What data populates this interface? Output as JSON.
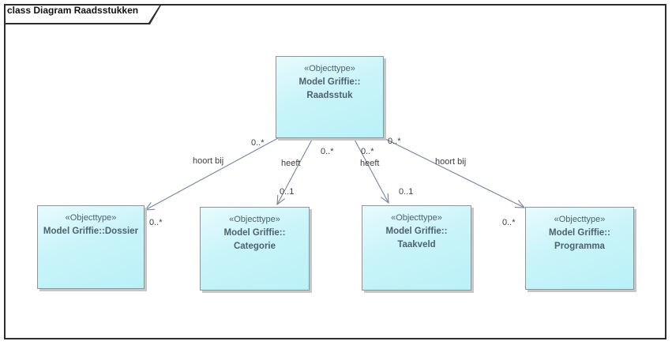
{
  "diagram": {
    "frame_label": "class Diagram Raadsstukken",
    "type": "uml-class-diagram"
  },
  "nodes": [
    {
      "id": "raadsstuk",
      "stereotype": "«Objecttype»",
      "name_line1": "Model Griffie::",
      "name_line2": "Raadsstuk"
    },
    {
      "id": "dossier",
      "stereotype": "«Objecttype»",
      "name_line1": "Model Griffie::Dossier"
    },
    {
      "id": "categorie",
      "stereotype": "«Objecttype»",
      "name_line1": "Model Griffie::",
      "name_line2": "Categorie"
    },
    {
      "id": "taakveld",
      "stereotype": "«Objecttype»",
      "name_line1": "Model Griffie::",
      "name_line2": "Taakveld"
    },
    {
      "id": "programma",
      "stereotype": "«Objecttype»",
      "name_line1": "Model Griffie::",
      "name_line2": "Programma"
    }
  ],
  "edges": [
    {
      "from": "raadsstuk",
      "to": "dossier",
      "label": "hoort bij",
      "source_multiplicity": "0..*",
      "target_multiplicity": "0..*"
    },
    {
      "from": "raadsstuk",
      "to": "categorie",
      "label": "heeft",
      "source_multiplicity": "0..*",
      "target_multiplicity": "0..1"
    },
    {
      "from": "raadsstuk",
      "to": "taakveld",
      "label": "heeft",
      "source_multiplicity": "0..*",
      "target_multiplicity": "0..1"
    },
    {
      "from": "raadsstuk",
      "to": "programma",
      "label": "hoort bij",
      "source_multiplicity": "0..*",
      "target_multiplicity": "0..*"
    }
  ],
  "colors": {
    "node_fill": "#c9f4f9",
    "node_fill_light": "#e7fbfd",
    "node_border": "#919598",
    "node_text": "#4d626e",
    "connector": "#7484a0",
    "edge_label_text": "#3e3e3e",
    "frame_border": "#2d2d2d",
    "shadow": "#c6c6c6"
  }
}
